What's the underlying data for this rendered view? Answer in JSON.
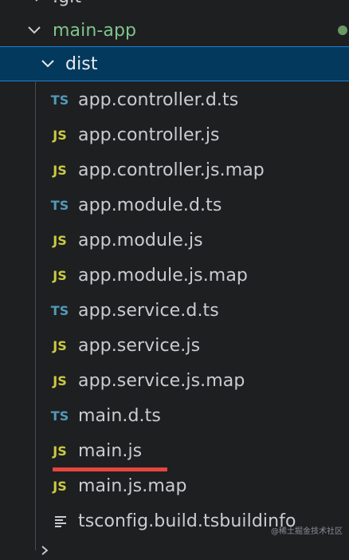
{
  "explorer": {
    "top_partial_label": ".git",
    "project_folder": "main-app",
    "dist_folder": "dist",
    "files": [
      {
        "name": "app.controller.d.ts",
        "type": "ts",
        "badge": "TS"
      },
      {
        "name": "app.controller.js",
        "type": "js",
        "badge": "JS"
      },
      {
        "name": "app.controller.js.map",
        "type": "js",
        "badge": "JS"
      },
      {
        "name": "app.module.d.ts",
        "type": "ts",
        "badge": "TS"
      },
      {
        "name": "app.module.js",
        "type": "js",
        "badge": "JS"
      },
      {
        "name": "app.module.js.map",
        "type": "js",
        "badge": "JS"
      },
      {
        "name": "app.service.d.ts",
        "type": "ts",
        "badge": "TS"
      },
      {
        "name": "app.service.js",
        "type": "js",
        "badge": "JS"
      },
      {
        "name": "app.service.js.map",
        "type": "js",
        "badge": "JS"
      },
      {
        "name": "main.d.ts",
        "type": "ts",
        "badge": "TS"
      },
      {
        "name": "main.js",
        "type": "js",
        "badge": "JS"
      },
      {
        "name": "main.js.map",
        "type": "js",
        "badge": "JS"
      },
      {
        "name": "tsconfig.build.tsbuildinfo",
        "type": "text",
        "badge": ""
      }
    ]
  },
  "watermark": "@稀土掘金技术社区",
  "colors": {
    "background": "#1e1f21",
    "selection": "#04395e",
    "selection_border": "#1b81d4",
    "ts_icon": "#519aba",
    "js_icon": "#cbcb41",
    "git_modified": "#7fc58c",
    "annotation_underline": "#e5463d"
  }
}
